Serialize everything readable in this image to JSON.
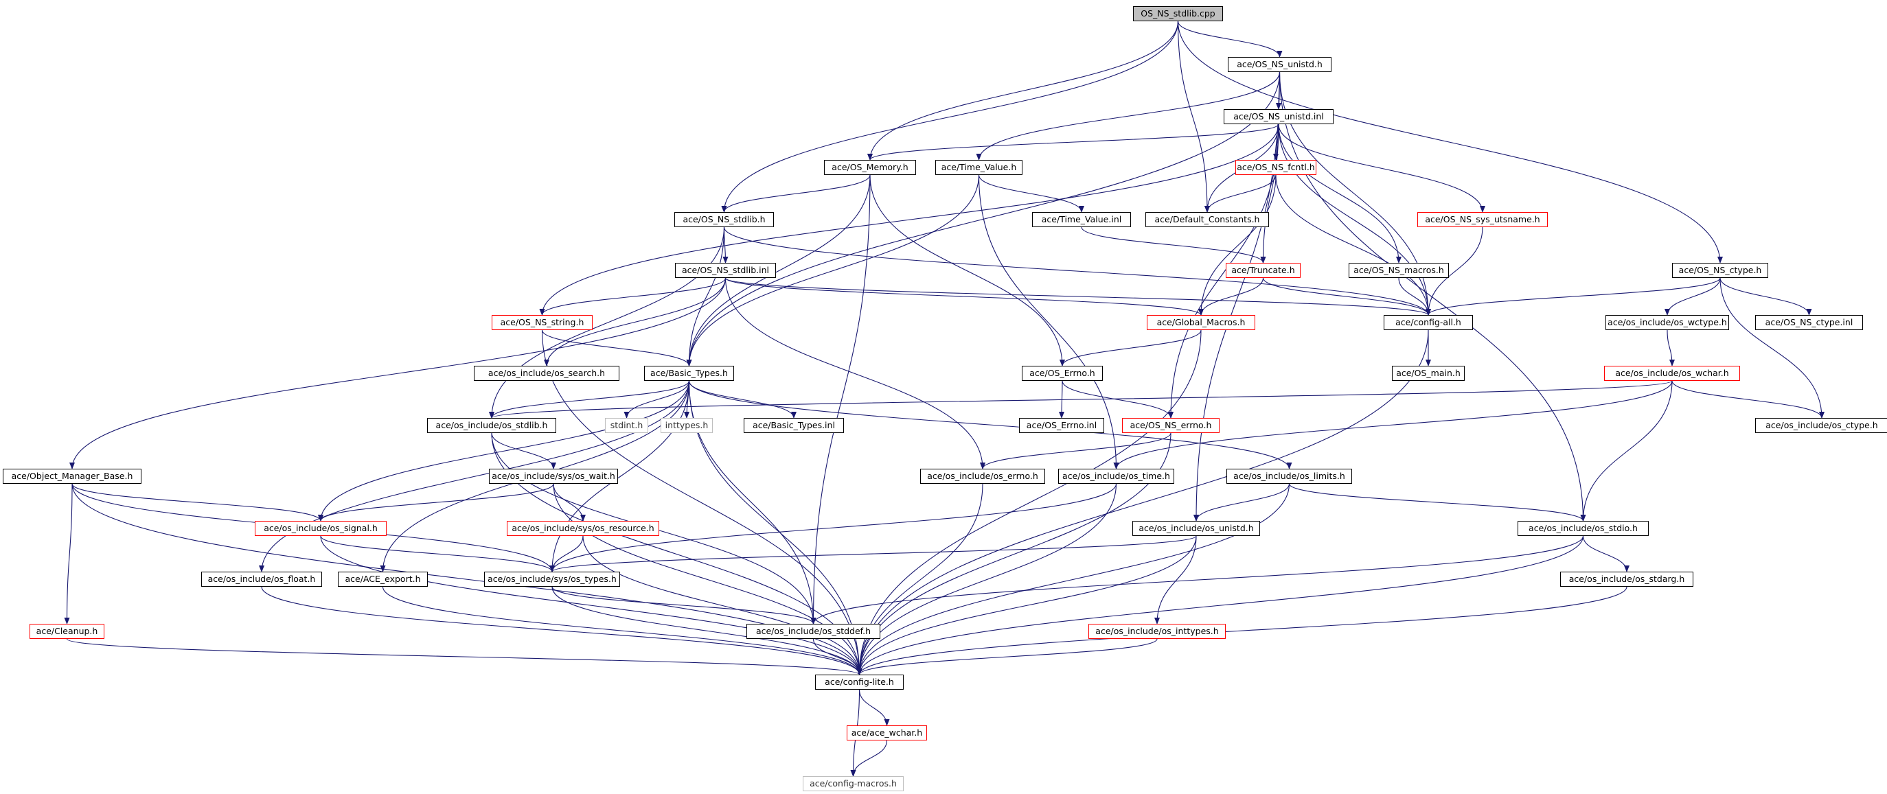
{
  "diagram": {
    "nodes": {
      "root": {
        "label": "OS_NS_stdlib.cpp",
        "style": "root"
      },
      "unistd_h": {
        "label": "ace/OS_NS_unistd.h",
        "style": "black"
      },
      "unistd_inl": {
        "label": "ace/OS_NS_unistd.inl",
        "style": "black"
      },
      "os_memory": {
        "label": "ace/OS_Memory.h",
        "style": "black"
      },
      "time_value": {
        "label": "ace/Time_Value.h",
        "style": "black"
      },
      "fcntl": {
        "label": "ace/OS_NS_fcntl.h",
        "style": "red"
      },
      "default_const": {
        "label": "ace/Default_Constants.h",
        "style": "black"
      },
      "stdlib_h": {
        "label": "ace/OS_NS_stdlib.h",
        "style": "black"
      },
      "time_value_inl": {
        "label": "ace/Time_Value.inl",
        "style": "black"
      },
      "utsname": {
        "label": "ace/OS_NS_sys_utsname.h",
        "style": "red"
      },
      "ctype_h": {
        "label": "ace/OS_NS_ctype.h",
        "style": "black"
      },
      "stdlib_inl": {
        "label": "ace/OS_NS_stdlib.inl",
        "style": "black"
      },
      "truncate": {
        "label": "ace/Truncate.h",
        "style": "red"
      },
      "os_ns_macros": {
        "label": "ace/OS_NS_macros.h",
        "style": "black"
      },
      "os_ns_string": {
        "label": "ace/OS_NS_string.h",
        "style": "red"
      },
      "global_macros": {
        "label": "ace/Global_Macros.h",
        "style": "red"
      },
      "config_all": {
        "label": "ace/config-all.h",
        "style": "black"
      },
      "wctype": {
        "label": "ace/os_include/os_wctype.h",
        "style": "black"
      },
      "ctype_inl": {
        "label": "ace/OS_NS_ctype.inl",
        "style": "black"
      },
      "os_search": {
        "label": "ace/os_include/os_search.h",
        "style": "black"
      },
      "basic_types": {
        "label": "ace/Basic_Types.h",
        "style": "black"
      },
      "os_errno_h": {
        "label": "ace/OS_Errno.h",
        "style": "black"
      },
      "os_main": {
        "label": "ace/OS_main.h",
        "style": "black"
      },
      "os_wchar": {
        "label": "ace/os_include/os_wchar.h",
        "style": "red"
      },
      "os_stdlib": {
        "label": "ace/os_include/os_stdlib.h",
        "style": "black"
      },
      "stdint": {
        "label": "stdint.h",
        "style": "grey"
      },
      "inttypes": {
        "label": "inttypes.h",
        "style": "grey"
      },
      "basic_types_inl": {
        "label": "ace/Basic_Types.inl",
        "style": "black"
      },
      "os_errno_inl": {
        "label": "ace/OS_Errno.inl",
        "style": "black"
      },
      "os_ns_errno": {
        "label": "ace/OS_NS_errno.h",
        "style": "red"
      },
      "os_ctype": {
        "label": "ace/os_include/os_ctype.h",
        "style": "black"
      },
      "object_manager": {
        "label": "ace/Object_Manager_Base.h",
        "style": "black"
      },
      "sys_wait": {
        "label": "ace/os_include/sys/os_wait.h",
        "style": "black"
      },
      "os_errno_inc": {
        "label": "ace/os_include/os_errno.h",
        "style": "black"
      },
      "os_time": {
        "label": "ace/os_include/os_time.h",
        "style": "black"
      },
      "os_limits": {
        "label": "ace/os_include/os_limits.h",
        "style": "black"
      },
      "os_signal": {
        "label": "ace/os_include/os_signal.h",
        "style": "red"
      },
      "sys_resource": {
        "label": "ace/os_include/sys/os_resource.h",
        "style": "red"
      },
      "os_unistd": {
        "label": "ace/os_include/os_unistd.h",
        "style": "black"
      },
      "os_stdio": {
        "label": "ace/os_include/os_stdio.h",
        "style": "black"
      },
      "os_float": {
        "label": "ace/os_include/os_float.h",
        "style": "black"
      },
      "ace_export": {
        "label": "ace/ACE_export.h",
        "style": "black"
      },
      "sys_types": {
        "label": "ace/os_include/sys/os_types.h",
        "style": "black"
      },
      "os_stdarg": {
        "label": "ace/os_include/os_stdarg.h",
        "style": "black"
      },
      "cleanup": {
        "label": "ace/Cleanup.h",
        "style": "red"
      },
      "os_stddef": {
        "label": "ace/os_include/os_stddef.h",
        "style": "black"
      },
      "os_inttypes": {
        "label": "ace/os_include/os_inttypes.h",
        "style": "red"
      },
      "config_lite": {
        "label": "ace/config-lite.h",
        "style": "black"
      },
      "ace_wchar": {
        "label": "ace/ace_wchar.h",
        "style": "red"
      },
      "config_macros": {
        "label": "ace/config-macros.h",
        "style": "grey"
      }
    },
    "edges": [
      [
        "root",
        "unistd_h"
      ],
      [
        "root",
        "default_const"
      ],
      [
        "root",
        "os_memory"
      ],
      [
        "root",
        "stdlib_h"
      ],
      [
        "root",
        "ctype_h"
      ],
      [
        "unistd_h",
        "unistd_inl"
      ],
      [
        "unistd_h",
        "time_value"
      ],
      [
        "unistd_h",
        "basic_types"
      ],
      [
        "unistd_h",
        "config_all"
      ],
      [
        "unistd_h",
        "os_unistd"
      ],
      [
        "unistd_h",
        "os_stdio"
      ],
      [
        "unistd_inl",
        "os_memory"
      ],
      [
        "unistd_inl",
        "fcntl"
      ],
      [
        "unistd_inl",
        "default_const"
      ],
      [
        "unistd_inl",
        "utsname"
      ],
      [
        "unistd_inl",
        "os_ns_macros"
      ],
      [
        "unistd_inl",
        "os_ns_string"
      ],
      [
        "unistd_inl",
        "os_ns_errno"
      ],
      [
        "unistd_inl",
        "truncate"
      ],
      [
        "unistd_inl",
        "config_all"
      ],
      [
        "os_memory",
        "stdlib_h"
      ],
      [
        "os_memory",
        "os_errno_h"
      ],
      [
        "os_memory",
        "basic_types"
      ],
      [
        "os_memory",
        "os_stddef"
      ],
      [
        "time_value",
        "time_value_inl"
      ],
      [
        "time_value",
        "basic_types"
      ],
      [
        "time_value",
        "os_time"
      ],
      [
        "fcntl",
        "default_const"
      ],
      [
        "fcntl",
        "global_macros"
      ],
      [
        "fcntl",
        "config_all"
      ],
      [
        "stdlib_h",
        "stdlib_inl"
      ],
      [
        "stdlib_h",
        "basic_types"
      ],
      [
        "stdlib_h",
        "os_stdlib"
      ],
      [
        "stdlib_h",
        "config_all"
      ],
      [
        "time_value_inl",
        "truncate"
      ],
      [
        "utsname",
        "config_all"
      ],
      [
        "os_ns_macros",
        "config_all"
      ],
      [
        "ctype_h",
        "config_all"
      ],
      [
        "ctype_h",
        "wctype"
      ],
      [
        "ctype_h",
        "ctype_inl"
      ],
      [
        "ctype_h",
        "os_ctype"
      ],
      [
        "stdlib_inl",
        "object_manager"
      ],
      [
        "stdlib_inl",
        "os_ns_string"
      ],
      [
        "stdlib_inl",
        "os_search"
      ],
      [
        "stdlib_inl",
        "global_macros"
      ],
      [
        "stdlib_inl",
        "config_all"
      ],
      [
        "stdlib_inl",
        "os_errno_inc"
      ],
      [
        "truncate",
        "global_macros"
      ],
      [
        "truncate",
        "config_all"
      ],
      [
        "os_ns_string",
        "basic_types"
      ],
      [
        "os_ns_string",
        "config_lite"
      ],
      [
        "global_macros",
        "os_errno_h"
      ],
      [
        "global_macros",
        "config_lite"
      ],
      [
        "config_all",
        "os_main"
      ],
      [
        "config_all",
        "config_lite"
      ],
      [
        "wctype",
        "os_wchar"
      ],
      [
        "basic_types",
        "os_stdlib"
      ],
      [
        "basic_types",
        "stdint"
      ],
      [
        "basic_types",
        "inttypes"
      ],
      [
        "basic_types",
        "basic_types_inl"
      ],
      [
        "basic_types",
        "os_limits"
      ],
      [
        "basic_types",
        "os_float"
      ],
      [
        "basic_types",
        "ace_export"
      ],
      [
        "basic_types",
        "sys_types"
      ],
      [
        "basic_types",
        "os_signal"
      ],
      [
        "basic_types",
        "os_stddef"
      ],
      [
        "basic_types",
        "config_lite"
      ],
      [
        "os_errno_h",
        "os_errno_inl"
      ],
      [
        "os_errno_h",
        "os_ns_errno"
      ],
      [
        "os_wchar",
        "os_stdlib"
      ],
      [
        "os_wchar",
        "os_time"
      ],
      [
        "os_wchar",
        "os_ctype"
      ],
      [
        "os_wchar",
        "os_stdio"
      ],
      [
        "os_stdlib",
        "sys_wait"
      ],
      [
        "os_stdlib",
        "os_stddef"
      ],
      [
        "os_stdlib",
        "config_lite"
      ],
      [
        "os_ns_errno",
        "os_errno_inc"
      ],
      [
        "os_ns_errno",
        "config_lite"
      ],
      [
        "object_manager",
        "cleanup"
      ],
      [
        "object_manager",
        "os_signal"
      ],
      [
        "object_manager",
        "sys_types"
      ],
      [
        "object_manager",
        "config_lite"
      ],
      [
        "sys_wait",
        "os_signal"
      ],
      [
        "sys_wait",
        "sys_resource"
      ],
      [
        "sys_wait",
        "config_lite"
      ],
      [
        "os_errno_inc",
        "config_lite"
      ],
      [
        "os_time",
        "sys_types"
      ],
      [
        "os_time",
        "config_lite"
      ],
      [
        "os_limits",
        "os_unistd"
      ],
      [
        "os_limits",
        "os_stdio"
      ],
      [
        "os_limits",
        "config_lite"
      ],
      [
        "os_signal",
        "sys_types"
      ],
      [
        "os_signal",
        "config_lite"
      ],
      [
        "sys_resource",
        "sys_types"
      ],
      [
        "sys_resource",
        "config_lite"
      ],
      [
        "os_unistd",
        "sys_types"
      ],
      [
        "os_unistd",
        "os_inttypes"
      ],
      [
        "os_unistd",
        "config_lite"
      ],
      [
        "os_stdio",
        "os_stddef"
      ],
      [
        "os_stdio",
        "os_stdarg"
      ],
      [
        "os_stdio",
        "config_lite"
      ],
      [
        "os_float",
        "config_lite"
      ],
      [
        "ace_export",
        "config_lite"
      ],
      [
        "sys_types",
        "os_stddef"
      ],
      [
        "sys_types",
        "config_lite"
      ],
      [
        "os_stdarg",
        "config_lite"
      ],
      [
        "cleanup",
        "config_lite"
      ],
      [
        "os_stddef",
        "config_lite"
      ],
      [
        "os_inttypes",
        "config_lite"
      ],
      [
        "config_lite",
        "ace_wchar"
      ],
      [
        "config_lite",
        "config_macros"
      ],
      [
        "ace_wchar",
        "config_macros"
      ]
    ]
  }
}
